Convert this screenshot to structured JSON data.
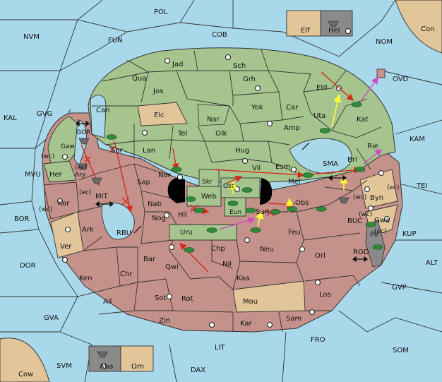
{
  "colors": {
    "sea": "#a8d8ea",
    "green": "#a6c48e",
    "red": "#c4928a",
    "neutral": "#e2c69a",
    "gray": "#8a8a8a",
    "arrow_red": "#d42b1f",
    "arrow_yellow": "#ffff33",
    "arrow_magenta": "#d447c4",
    "border": "#333333"
  },
  "labels": {
    "sea": {
      "POL": "POL",
      "COB": "COB",
      "FUN": "FUN",
      "NVM": "NVM",
      "NOM": "NOM",
      "Con": "Con",
      "OVD": "OVD",
      "KAL": "KAL",
      "GVG": "GVG",
      "KAM": "KAM",
      "MVU": "MVU",
      "TEI": "TEI",
      "BOR": "BOR",
      "MIT": "MIT",
      "RBU": "RBU",
      "BUC": "BUC",
      "KUP": "KUP",
      "DOR": "DOR",
      "ROD": "ROD",
      "ALT": "ALT",
      "GVP": "GVP",
      "GVA": "GVA",
      "FRO": "FRO",
      "SOM": "SOM",
      "LIT": "LIT",
      "SVM": "SVM",
      "DAX": "DAX",
      "Cow": "Cow",
      "SMA": "SMA"
    },
    "land": {
      "Jad": "Jad",
      "Sch": "Sch",
      "Qua": "Qua",
      "Jos": "Jos",
      "Grh": "Grh",
      "Eld": "Eld",
      "Can": "Can",
      "Elc": "Elc",
      "Nar": "Nar",
      "Yok": "Yok",
      "Car": "Car",
      "Uta": "Uta",
      "Kat": "Kat",
      "Tel": "Tel",
      "Olk": "Olk",
      "Amp": "Amp",
      "GOR": "GOR",
      "Gaw": "Gaw",
      "Sor": "Sor",
      "Lan": "Lan",
      "Hug": "Hug",
      "Rie": "Rie",
      "Bri": "Bri",
      "wc1": "(wc)",
      "Her": "Her",
      "Esm": "Esm",
      "Vil": "Vil",
      "Nor": "Nor",
      "Skr": "Skr",
      "Mel": "Mel",
      "Sap": "Sap",
      "ec1": "(ec)",
      "Web": "Web",
      "Ost": "Ost",
      "wc2": "(wc)",
      "Byn": "Byn",
      "ec2": "(ec)",
      "Ary": "Ary",
      "ec3": "(ec)",
      "wc3": "(wc)",
      "Kor": "Kor",
      "Nab": "Nab",
      "Eun": "Eun",
      "Obs": "Obs",
      "wc4": "(wc)",
      "Gwa": "Gwa",
      "ec4": "(ec)",
      "Hil": "Hil",
      "Sun": "Sun",
      "Nog": "Nog",
      "Ark": "Ark",
      "Uru": "Uru",
      "Feu": "Feu",
      "Pir": "Pir",
      "Ver": "Ver",
      "Chp": "Chp",
      "Neu": "Neu",
      "Orl": "Orl",
      "Bar": "Bar",
      "Qwi": "Qwi",
      "Nil": "Nil",
      "Ken": "Ken",
      "Chr": "Chr",
      "Kaa": "Kaa",
      "Los": "Los",
      "Ail": "Ail",
      "Sot": "Sot",
      "Rot": "Rot",
      "Mou": "Mou",
      "Zin": "Zin",
      "Kar": "Kar",
      "Sam": "Sam",
      "Elf": "Elf",
      "Hel": "Hel",
      "Aba": "Aba",
      "Orn": "Orn"
    }
  }
}
